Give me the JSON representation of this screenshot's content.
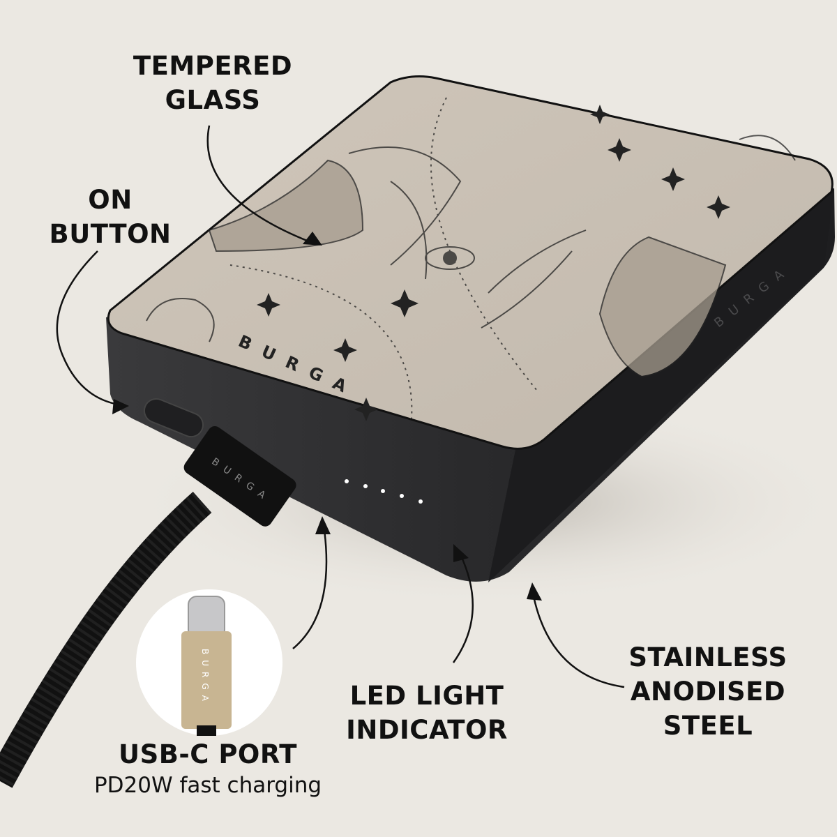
{
  "labels": {
    "tempered_glass": [
      "TEMPERED",
      "GLASS"
    ],
    "on_button": [
      "ON",
      "BUTTON"
    ],
    "led_indicator": [
      "LED LIGHT",
      "INDICATOR"
    ],
    "steel": [
      "STAINLESS",
      "ANODISED",
      "STEEL"
    ],
    "usb_c": {
      "title": "USB-C PORT",
      "subtitle": "PD20W fast charging"
    }
  },
  "brand_logo": "BURGA",
  "led_count": 5,
  "colors": {
    "background": "#ebe8e2",
    "body": "#2b2b2d",
    "glass": "#c9c0b4",
    "led": "#ffffff"
  }
}
